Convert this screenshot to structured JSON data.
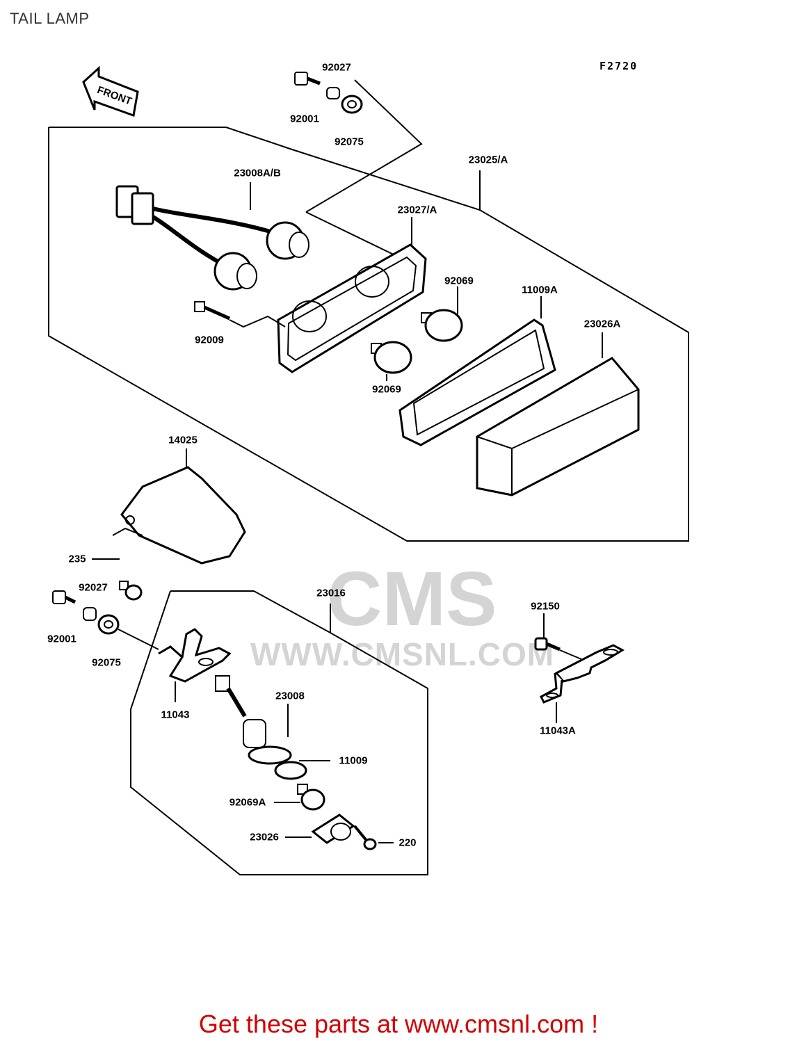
{
  "title": "TAIL LAMP",
  "figure_code": "F2720",
  "front_label": "FRONT",
  "footer": "Get these parts at www.cmsnl.com !",
  "watermark": {
    "logo": "CMS",
    "url": "WWW.CMSNL.COM"
  },
  "colors": {
    "line": "#000000",
    "footer": "#d10000",
    "watermark": "#d4d4d4"
  },
  "labels": {
    "p92027_top": "92027",
    "p92001_top": "92001",
    "p92075_top": "92075",
    "p23025A": "23025/A",
    "p23008AB": "23008A/B",
    "p23027A": "23027/A",
    "p92069_a": "92069",
    "p11009A": "11009A",
    "p23026A": "23026A",
    "p92009": "92009",
    "p92069_b": "92069",
    "p14025": "14025",
    "p235": "235",
    "p92027_bot": "92027",
    "p92001_bot": "92001",
    "p92075_bot": "92075",
    "p23016": "23016",
    "p11043": "11043",
    "p23008": "23008",
    "p11009": "11009",
    "p92069A": "92069A",
    "p23026": "23026",
    "p220": "220",
    "p92150": "92150",
    "p11043A": "11043A"
  }
}
